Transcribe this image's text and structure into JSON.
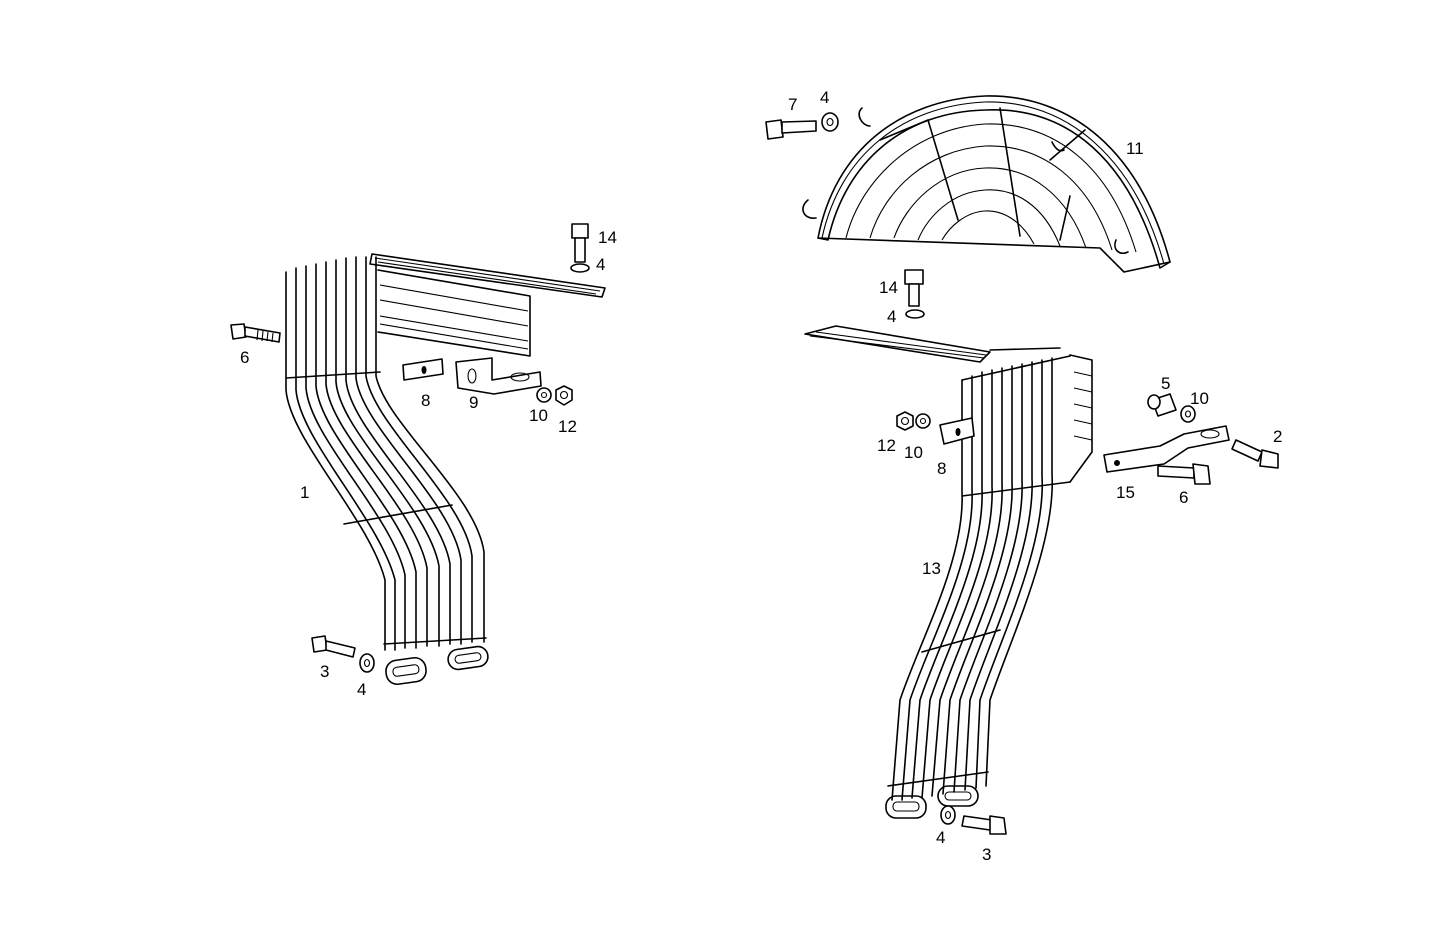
{
  "callouts": {
    "left_guard": "1",
    "left_bolt_side": "6",
    "left_bolt_top": "14",
    "left_washer_top": "4",
    "left_clip": "8",
    "left_bracket": "9",
    "left_washer_nut": "10",
    "left_nut": "12",
    "left_bolt_bottom": "3",
    "left_washer_bottom": "4",
    "mudguard_bolt": "7",
    "mudguard_washer": "4",
    "mudguard": "11",
    "right_bolt_top": "14",
    "right_washer_top": "4",
    "right_nut": "12",
    "right_washer_nut": "10",
    "right_clip": "8",
    "spacer": "5",
    "spacer_washer": "10",
    "bolt_2": "2",
    "strap": "15",
    "right_bolt_side": "6",
    "right_guard": "13",
    "right_washer_bottom": "4",
    "right_bolt_bottom": "3"
  }
}
